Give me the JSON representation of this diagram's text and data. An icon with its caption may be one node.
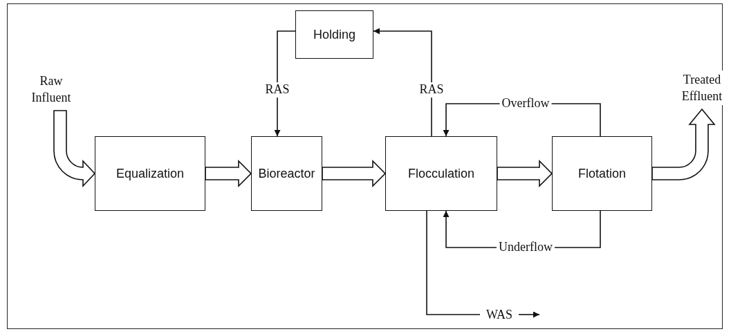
{
  "diagram": {
    "nodes": [
      {
        "text": [
          "Raw Influent"
        ]
      },
      {
        "text": [
          "Equalization"
        ]
      },
      {
        "text": [
          "Holding"
        ]
      },
      {
        "text": [
          "Bioreactor"
        ]
      },
      {
        "text": [
          "Flocculation"
        ]
      },
      {
        "text": [
          "Flotation"
        ]
      },
      {
        "text": [
          "Treated Effluent"
        ]
      },
      {
        "text": [
          "WAS"
        ]
      }
    ],
    "edges": [
      {
        "from": 0,
        "to": 1,
        "arrow": "to",
        "style": "thick"
      },
      {
        "from": 1,
        "to": 3,
        "arrow": "to",
        "style": "thick"
      },
      {
        "from": 3,
        "to": 4,
        "arrow": "to",
        "style": "thick"
      },
      {
        "from": 4,
        "to": 5,
        "arrow": "to",
        "style": "thick"
      },
      {
        "from": 5,
        "to": 6,
        "arrow": "to",
        "style": "thick"
      },
      {
        "from": 4,
        "to": 2,
        "arrow": "to",
        "label": "RAS"
      },
      {
        "from": 2,
        "to": 3,
        "arrow": "to",
        "label": "RAS"
      },
      {
        "from": 5,
        "to": 4,
        "arrow": "to",
        "label": "Overflow"
      },
      {
        "from": 5,
        "to": 4,
        "arrow": "to",
        "label": "Underflow"
      },
      {
        "from": 4,
        "to": 7,
        "arrow": "none"
      },
      {
        "from": 7,
        "to": null,
        "arrow": "to"
      }
    ]
  }
}
